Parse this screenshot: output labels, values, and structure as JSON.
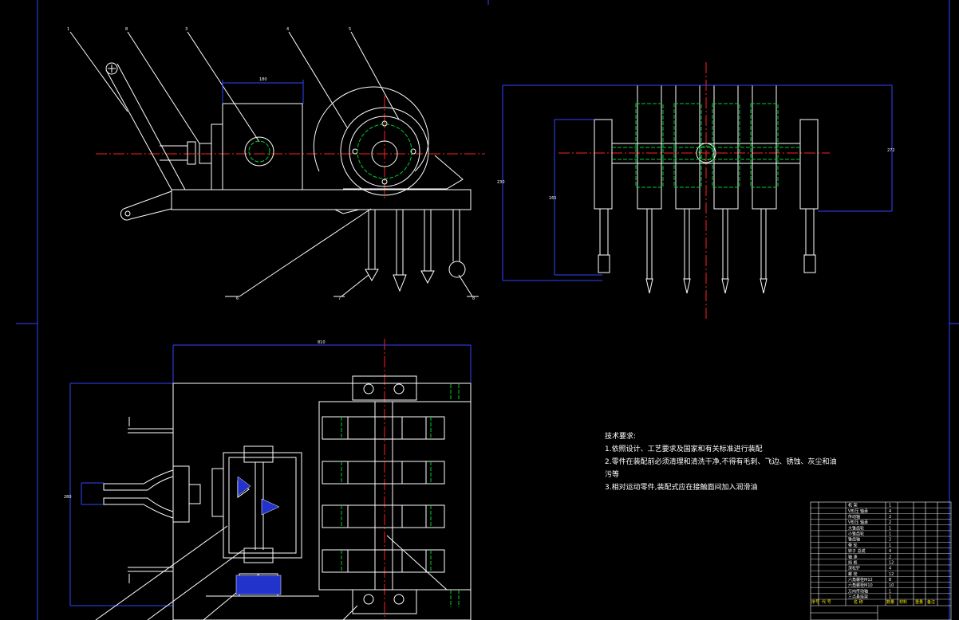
{
  "colors": {
    "background": "#000000",
    "outline": "#ffffff",
    "hidden": "#00cc33",
    "center": "#ff2020",
    "dimension": "#3344ff"
  },
  "callouts": {
    "top": [
      "1",
      "8",
      "3",
      "4",
      "5"
    ],
    "bottom": [
      "6",
      "7",
      "8"
    ]
  },
  "dimensions": {
    "side_width": "180",
    "front_width": "272",
    "front_height": "230",
    "front_inner": "165",
    "plan_width": "810",
    "plan_height": "280"
  },
  "notes": {
    "title": "技术要求:",
    "lines": [
      "1.依照设计、工艺要求及国家和有关标准进行装配",
      "2.零件在装配前必须清理和清洗干净,不得有毛刺、飞边、锈蚀、灰尘和油",
      "污等",
      "3.相对运动零件,装配式应在接触面间加入润滑油"
    ]
  },
  "bom": {
    "rows": [
      [
        "",
        "机 架",
        "1"
      ],
      [
        "",
        "V形压 轴承",
        "4"
      ],
      [
        "",
        "传动轴",
        "2"
      ],
      [
        "",
        "V形压 轴承",
        "2"
      ],
      [
        "",
        "大锥齿轮",
        "1"
      ],
      [
        "",
        "小锥齿轮",
        "1"
      ],
      [
        "",
        "锥齿轴",
        "2"
      ],
      [
        "",
        "带 轮",
        "1"
      ],
      [
        "",
        "转子 总成",
        "4"
      ],
      [
        "",
        "轴 承",
        "2"
      ],
      [
        "",
        "挡 板",
        "12"
      ],
      [
        "",
        "深松铲",
        "4"
      ],
      [
        "",
        "螺 栓",
        "12"
      ],
      [
        "",
        "六角螺栓M12",
        "8"
      ],
      [
        "",
        "六角螺栓M10",
        "10"
      ],
      [
        "",
        "万向传动轴",
        "1"
      ],
      [
        "",
        "三点悬挂架",
        "1"
      ]
    ],
    "header": [
      "序号",
      "代 号",
      "名 称",
      "数量",
      "材料",
      "重量",
      "备注"
    ]
  }
}
